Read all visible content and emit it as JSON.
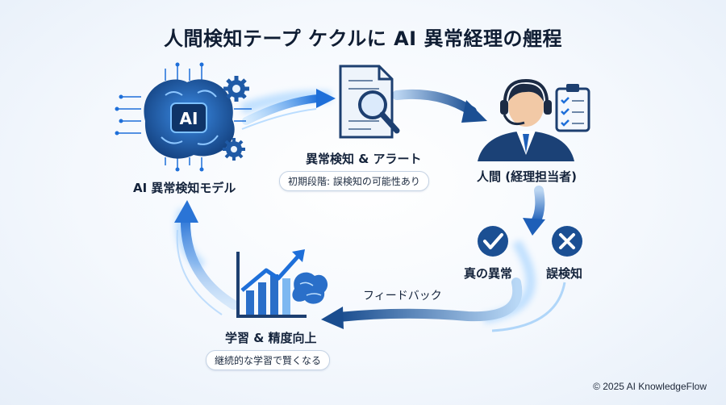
{
  "title": "人間検知テープ ケクルに AI 異常経理の艃程",
  "nodes": {
    "ai_model": {
      "label": "AI 異常検知モデル",
      "badge": "AI"
    },
    "detection": {
      "label": "異常検知 & アラート",
      "note": "初期段階: 誤検知の可能性あり"
    },
    "human": {
      "label": "人間 (経理担当者)"
    },
    "true_anomaly": {
      "label": "真の異常"
    },
    "false_positive": {
      "label": "誤検知"
    },
    "feedback": {
      "label": "フィードバック"
    },
    "learning": {
      "label": "学習 & 精度向上",
      "note": "継続的な学習で賢くなる"
    }
  },
  "icons": {
    "ai_model": "brain-circuit-icon",
    "gear": "gear-icon",
    "document": "document-search-icon",
    "person": "headset-operator-icon",
    "checklist": "clipboard-checklist-icon",
    "check": "check-circle-icon",
    "cross": "cross-circle-icon",
    "growth": "growth-chart-icon"
  },
  "colors": {
    "accent": "#1e6fd9",
    "dark": "#1b3a6b",
    "glow": "#64b5ff",
    "navy": "#123a6e"
  },
  "footer": {
    "copyright": "© 2025 AI KnowledgeFlow"
  }
}
